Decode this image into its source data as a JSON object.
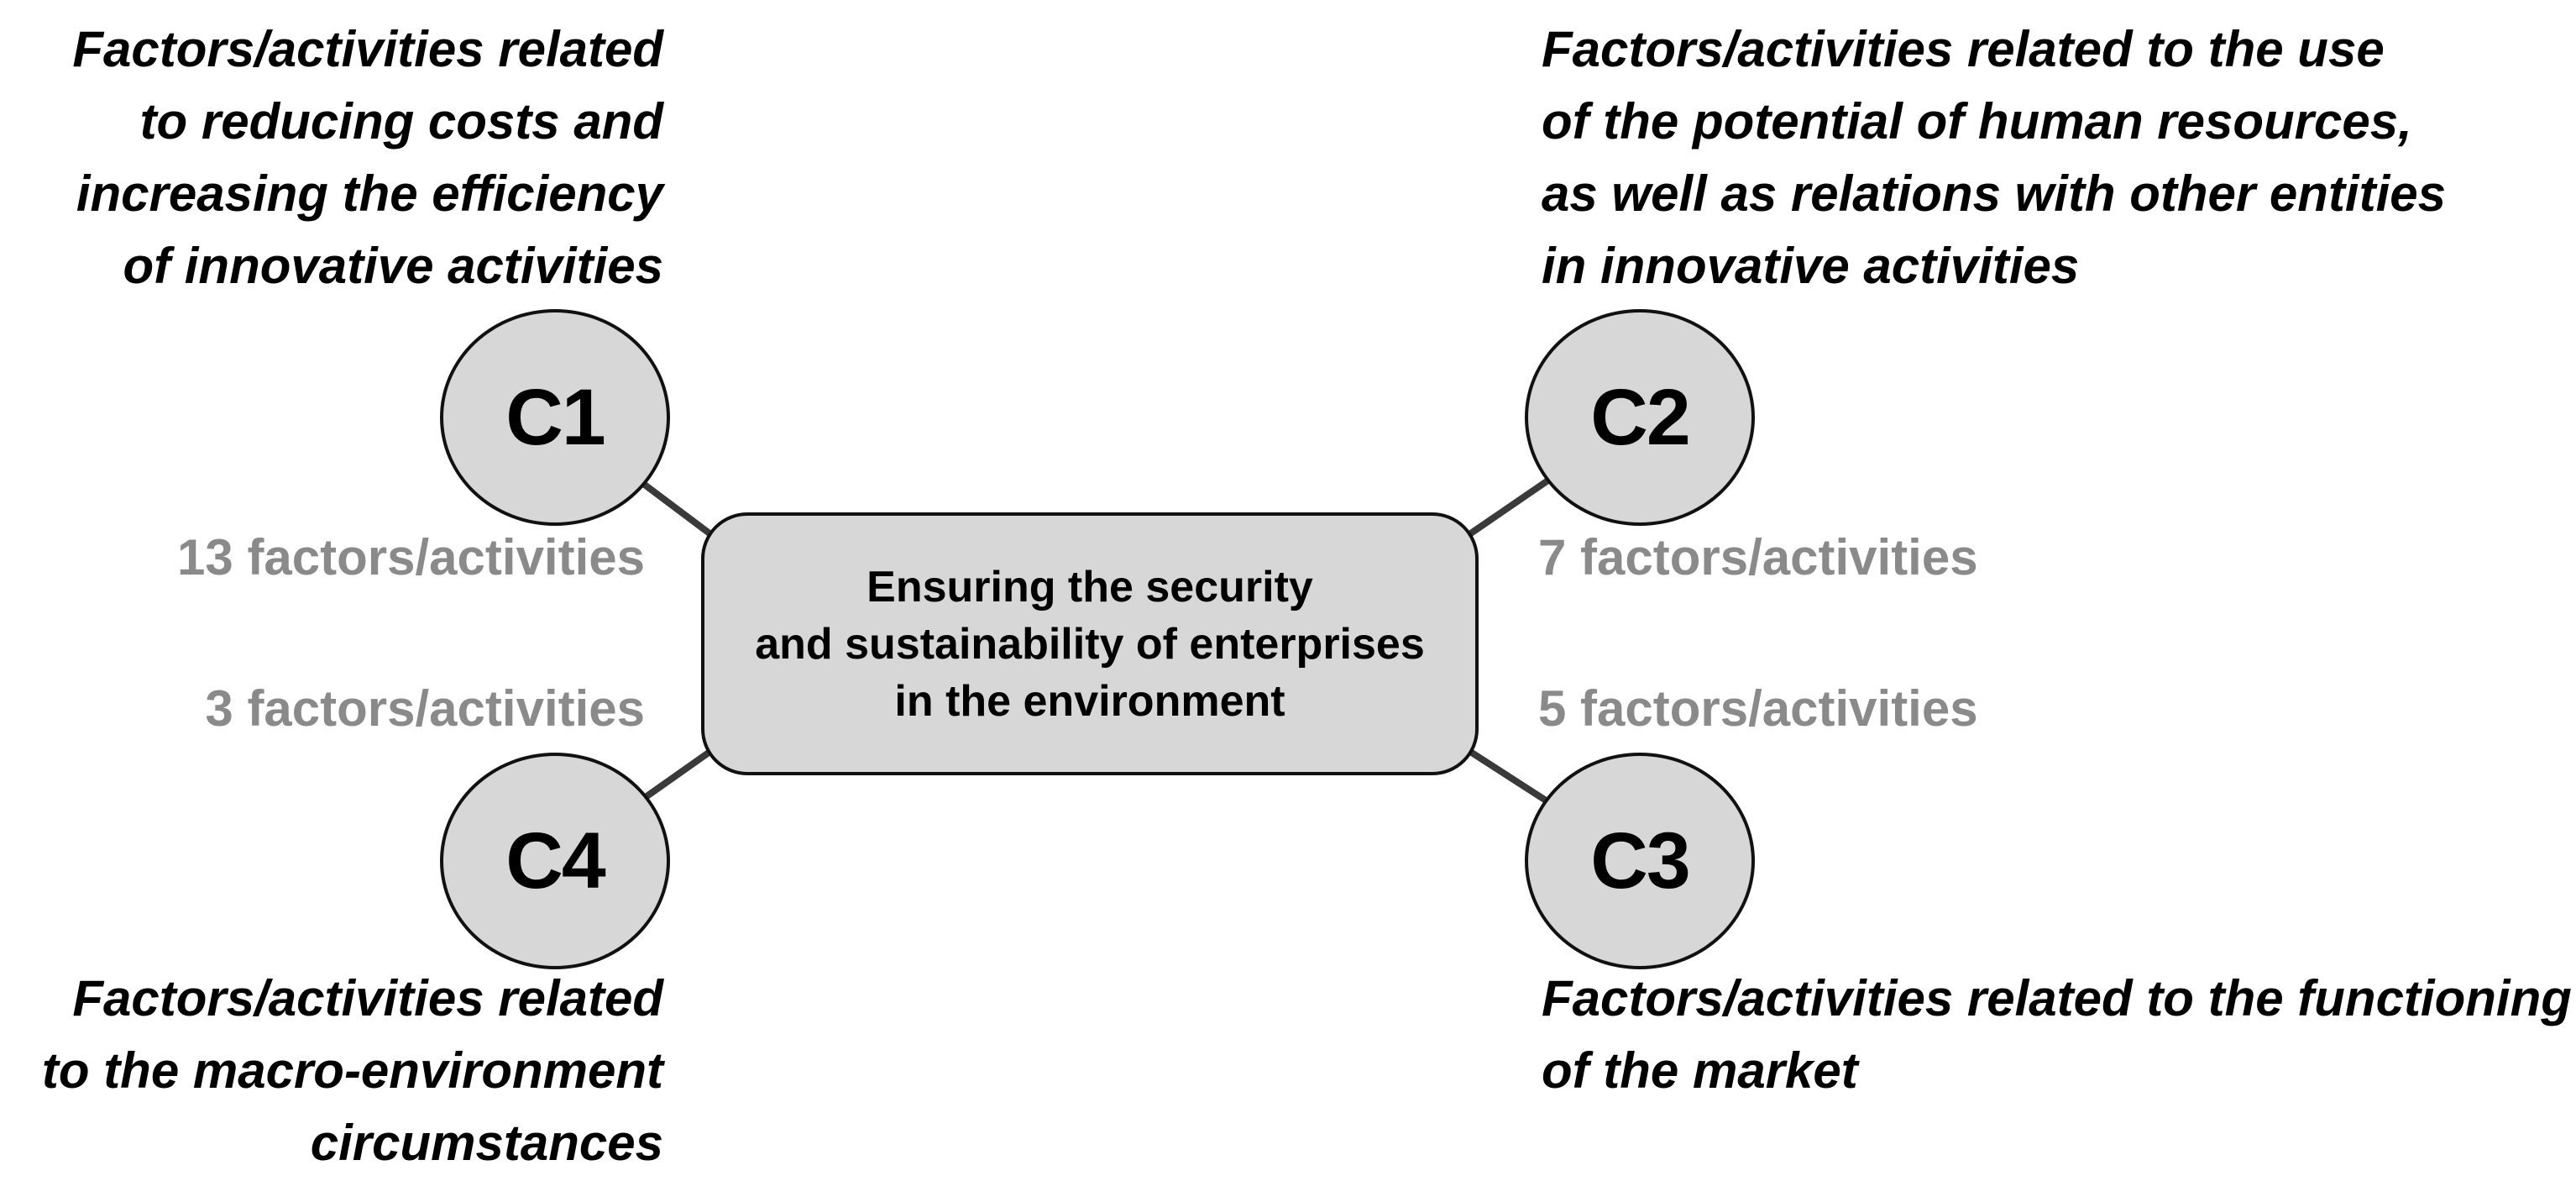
{
  "figure": {
    "center_node": {
      "label": "Ensuring the security\nand sustainability of enterprises\nin the environment"
    },
    "clusters": [
      {
        "id": "C1",
        "position": "top-left",
        "count_label": "13 factors/activities",
        "description": "Factors/activities related\nto reducing costs and\nincreasing the efficiency\nof innovative activities"
      },
      {
        "id": "C2",
        "position": "top-right",
        "count_label": "7 factors/activities",
        "description": "Factors/activities related to the use\nof the potential of human resources,\nas well as relations with other entities\nin innovative activities"
      },
      {
        "id": "C3",
        "position": "bottom-right",
        "count_label": "5 factors/activities",
        "description": "Factors/activities related to the functioning\nof the market"
      },
      {
        "id": "C4",
        "position": "bottom-left",
        "count_label": "3 factors/activities",
        "description": "Factors/activities related\nto the macro-environment\ncircumstances"
      }
    ],
    "colors": {
      "node_fill": "#d7d7d7",
      "node_border": "#111111",
      "connector": "#3a3a3a",
      "count_text": "#8a8a8a",
      "description_text": "#000000"
    }
  }
}
